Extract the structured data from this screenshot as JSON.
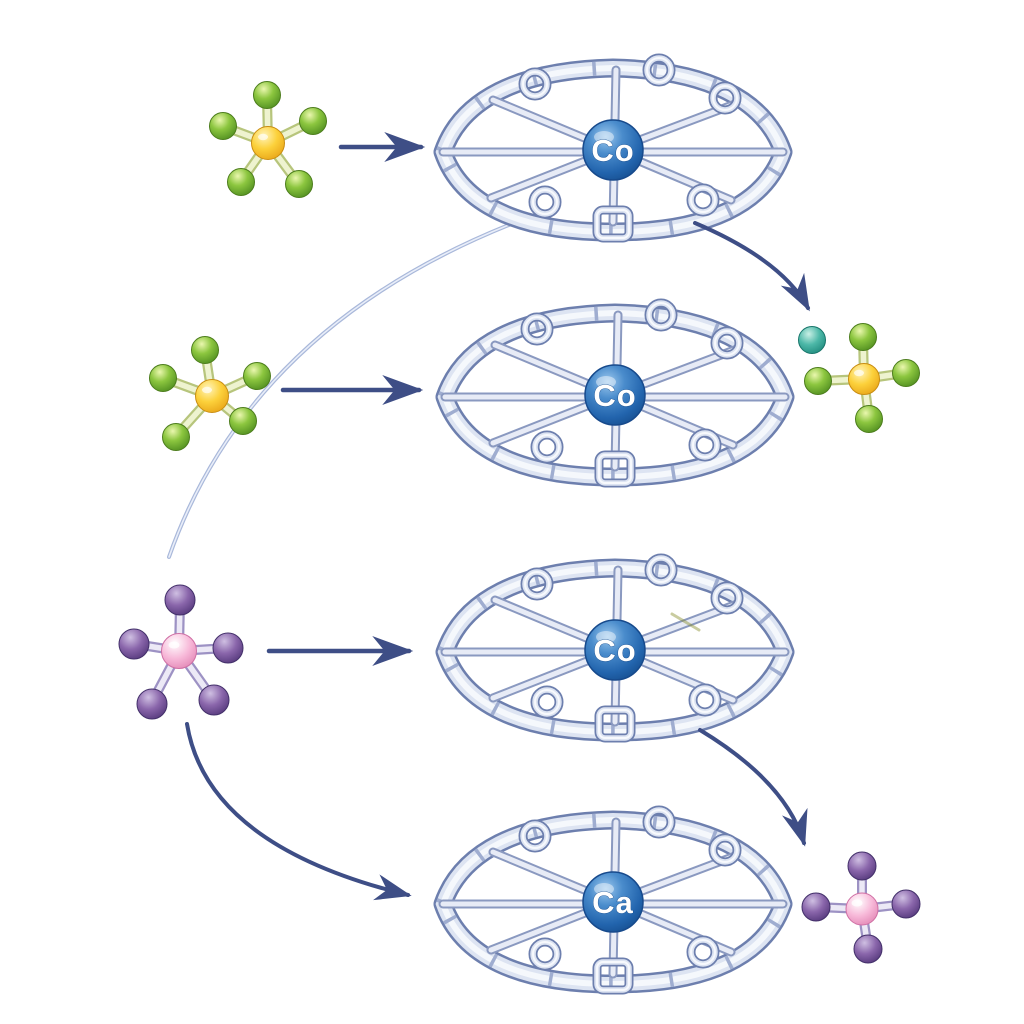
{
  "wheels": [
    {
      "id": "wheel-1",
      "label": "Co"
    },
    {
      "id": "wheel-2",
      "label": "Co"
    },
    {
      "id": "wheel-3",
      "label": "Co"
    },
    {
      "id": "wheel-4",
      "label": "Ca"
    }
  ],
  "guest_molecules": {
    "top": {
      "description": "yellow-core complex with five green ligands"
    },
    "middle": {
      "description": "yellow-core complex with five green ligands"
    },
    "bottom": {
      "description": "pink-core complex with five purple ligands"
    }
  },
  "products": {
    "released_ion": {
      "description": "single teal sphere"
    },
    "top": {
      "description": "yellow-core complex with four green ligands"
    },
    "bottom": {
      "description": "pink-core complex with four purple ligands"
    }
  },
  "arrows": [
    {
      "name": "top-insertion",
      "type": "straight"
    },
    {
      "name": "middle-insertion",
      "type": "straight"
    },
    {
      "name": "bottom-insertion",
      "type": "straight"
    },
    {
      "name": "release-to-top-product",
      "type": "curved"
    },
    {
      "name": "release-to-bottom-product",
      "type": "curved"
    },
    {
      "name": "to-wheel-4",
      "type": "curved"
    },
    {
      "name": "tether",
      "type": "thin-curve"
    }
  ],
  "colors": {
    "background": "#ffffff",
    "arrow": "#3e4e86",
    "wheel_tube_light": "#dde4f2",
    "wheel_tube_outline": "#6d7fae",
    "center_sphere_blue": "#2a6ab8",
    "ligand_green": "#76b42e",
    "core_yellow": "#f5c625",
    "ligand_purple": "#6f4f9b",
    "core_pink": "#f2a3cb",
    "ion_teal": "#35a795"
  }
}
